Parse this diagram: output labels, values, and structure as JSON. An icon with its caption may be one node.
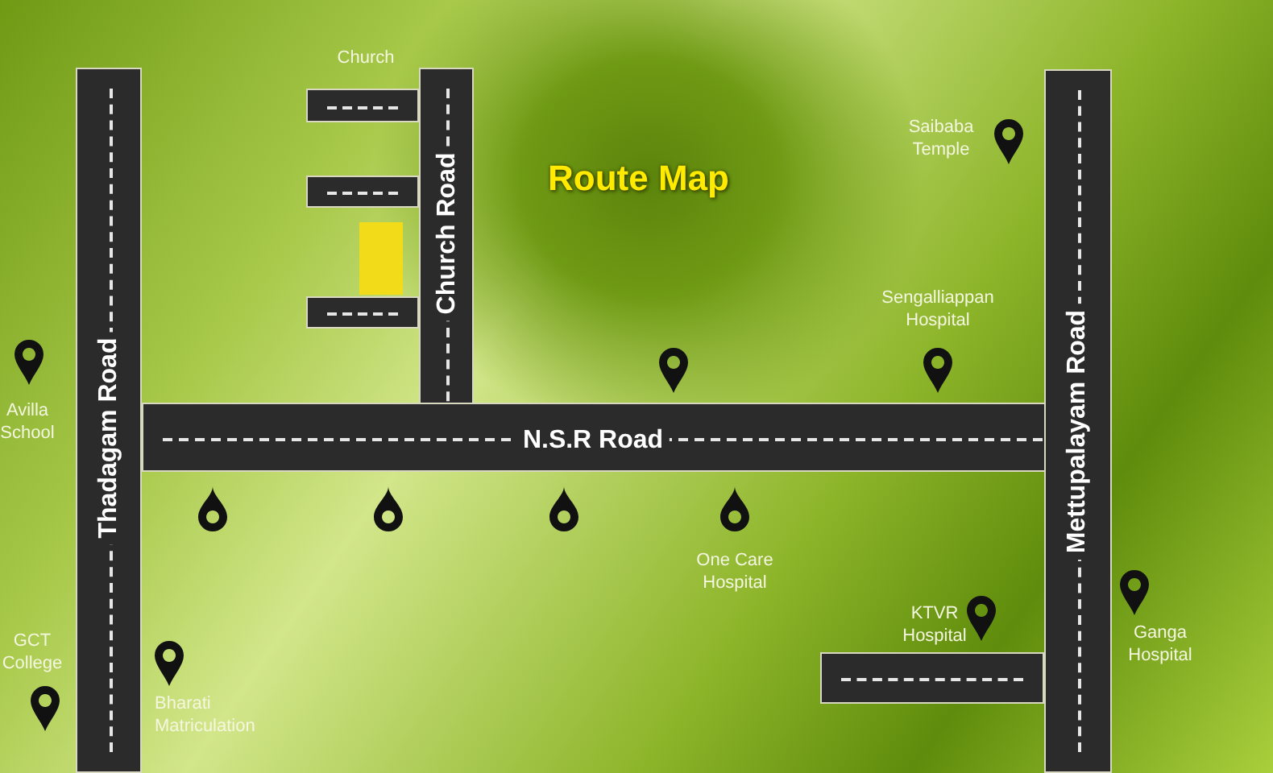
{
  "diagram": {
    "title": "Route Map",
    "labels": [
      "Church",
      "Saibaba Temple",
      "Church Road",
      "Sengalliappan Hospital",
      "Mettupalayam Road",
      "Thadagam Road",
      "Avilla School",
      "N.S.R Road",
      "One Care Hospital",
      "KTVR Hospital",
      "Ganga Hospital",
      "GCT College",
      "Bharati Matriculation"
    ]
  }
}
